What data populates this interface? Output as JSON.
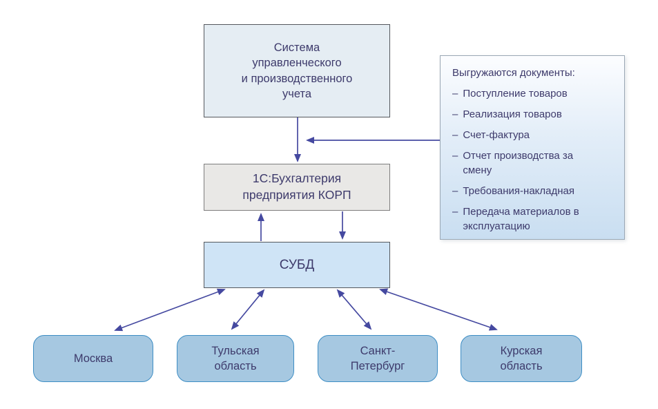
{
  "diagram": {
    "system_box": {
      "label": "Система\nуправленческого\nи производственного\nучета"
    },
    "accounting_box": {
      "label": "1С:Бухгалтерия\nпредприятия КОРП"
    },
    "dbms_box": {
      "label": "СУБД"
    },
    "docs_box": {
      "title": "Выгружаются документы:",
      "bullet": "–",
      "items": [
        "Поступление товаров",
        "Реализация товаров",
        "Счет-фактура",
        "Отчет производства за смену",
        "Требования-накладная",
        "Передача материалов в эксплуатацию"
      ]
    },
    "regions": [
      {
        "label": "Москва"
      },
      {
        "label": "Тульская\nобласть"
      },
      {
        "label": "Санкт-\nПетербург"
      },
      {
        "label": "Курская\nобласть"
      }
    ],
    "colors": {
      "arrow": "#4549a0",
      "text": "#3d3a6b",
      "system_fill": "#e5edf3",
      "accounting_fill": "#e9e8e6",
      "dbms_fill": "#cfe4f6",
      "region_fill": "#a6c8e1",
      "region_border": "#3d8dc4",
      "docs_gradient_top": "#fcfdff",
      "docs_gradient_bottom": "#c9def1"
    }
  }
}
